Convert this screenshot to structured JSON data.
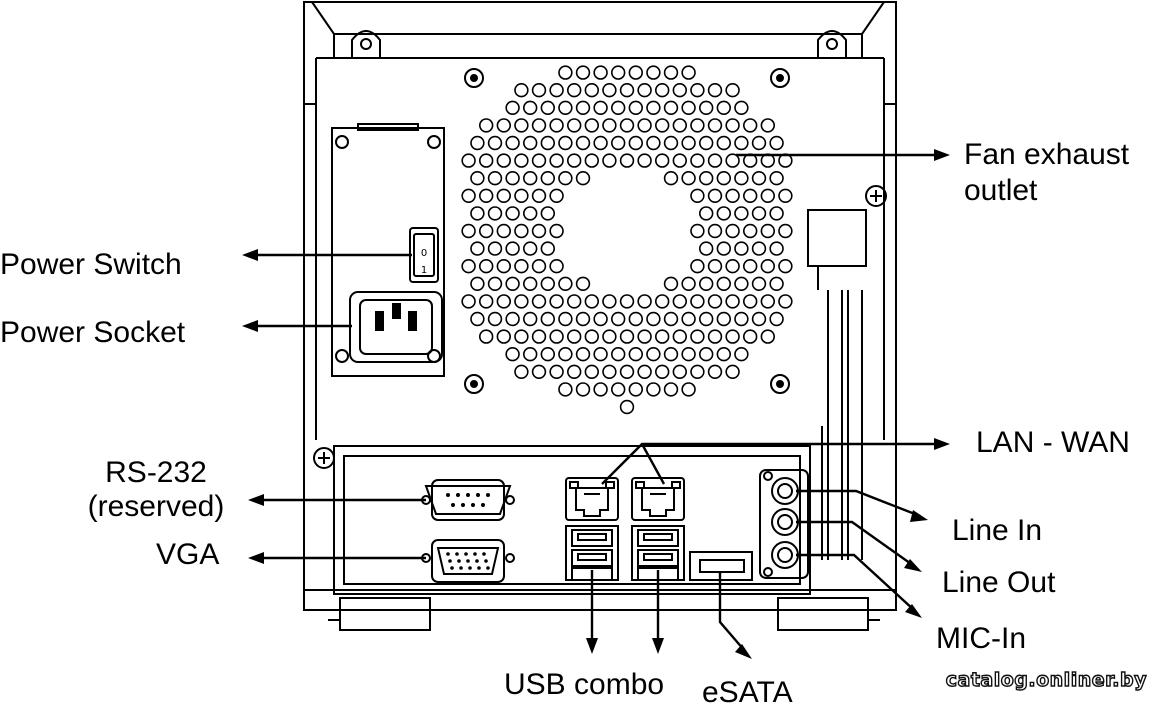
{
  "labels": {
    "fan_exhaust_line1": "Fan exhaust",
    "fan_exhaust_line2": "outlet",
    "power_switch": "Power Switch",
    "power_socket": "Power Socket",
    "lan_wan": "LAN -  WAN",
    "rs232_line1": "RS-232",
    "rs232_line2": "(reserved)",
    "vga": "VGA",
    "line_in": "Line In",
    "line_out": "Line Out",
    "mic_in": "MIC-In",
    "usb_combo": "USB combo",
    "esata": "eSATA"
  },
  "switch_marks": {
    "on": "1",
    "off": "0"
  },
  "watermark": "catalog.onliner.by"
}
